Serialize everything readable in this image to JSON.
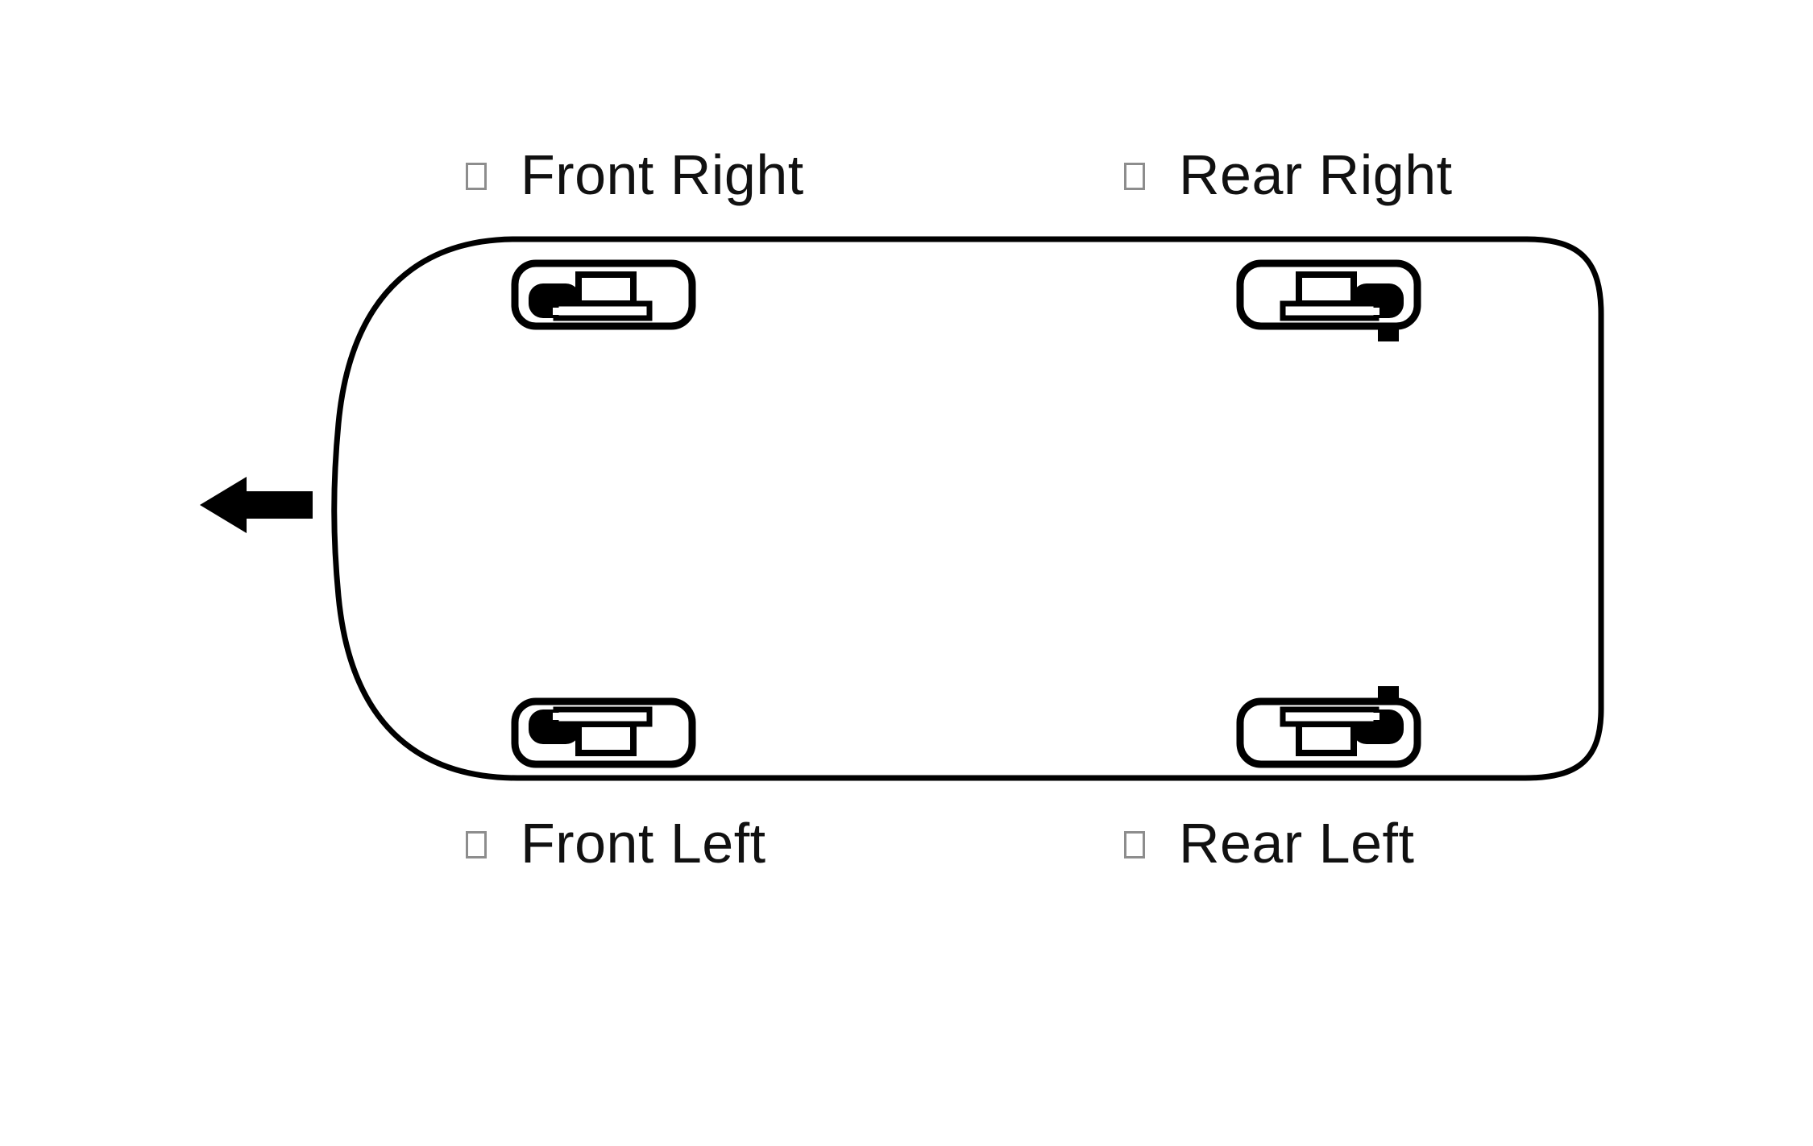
{
  "diagram": {
    "title": "Vehicle Tire Pressure Sensor Location Diagram",
    "view": "top-down vehicle body outline",
    "background_color": "#ffffff",
    "line_color": "#000000",
    "glyph_box_color": "#8d8d8d"
  },
  "direction_indicator": {
    "icon": "left-arrow-icon",
    "points": "left",
    "meaning": "vehicle forward direction",
    "color": "#000000"
  },
  "labels": [
    {
      "id": "front-right",
      "checkbox_glyph": "",
      "text": "Front Right",
      "position": "top-left"
    },
    {
      "id": "rear-right",
      "checkbox_glyph": "",
      "text": "Rear Right",
      "position": "top-right"
    },
    {
      "id": "front-left",
      "checkbox_glyph": "",
      "text": "Front Left",
      "position": "bottom-left"
    },
    {
      "id": "rear-left",
      "checkbox_glyph": "",
      "text": "Rear Left",
      "position": "bottom-right"
    }
  ],
  "sensors": [
    {
      "id": "front-right",
      "icon": "tpms-sensor-icon",
      "orientation": "normal",
      "corner": "top-left"
    },
    {
      "id": "rear-right",
      "icon": "tpms-sensor-icon",
      "orientation": "mirrored-horizontal",
      "corner": "top-right"
    },
    {
      "id": "front-left",
      "icon": "tpms-sensor-icon",
      "orientation": "mirrored-vertical",
      "corner": "bottom-left"
    },
    {
      "id": "rear-left",
      "icon": "tpms-sensor-icon",
      "orientation": "rotated-180",
      "corner": "bottom-right"
    }
  ]
}
